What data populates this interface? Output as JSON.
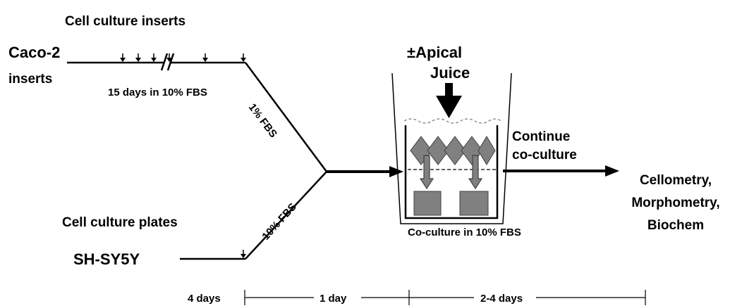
{
  "labels": {
    "cell_culture_inserts": "Cell culture inserts",
    "caco2": "Caco-2",
    "inserts": "inserts",
    "fifteen_days": "15 days in 10% FBS",
    "one_pct_fbs": "1% FBS",
    "ten_pct_fbs": "10% FBS",
    "cell_culture_plates": "Cell culture plates",
    "shsy5y": "SH-SY5Y",
    "apical_line1": "±Apical",
    "apical_line2": "Juice",
    "coculture": "Co-culture in 10% FBS",
    "continue_line1": "Continue",
    "continue_line2": "co-culture",
    "out_line1": "Cellometry,",
    "out_line2": "Morphometry,",
    "out_line3": "Biochem"
  },
  "timeline": {
    "seg1": "4 days",
    "seg2": "1 day",
    "seg3": "2-4 days"
  },
  "colors": {
    "line": "#000000",
    "cells": "#808080",
    "cells_stroke": "#404040",
    "medium_dash": "#808080"
  }
}
